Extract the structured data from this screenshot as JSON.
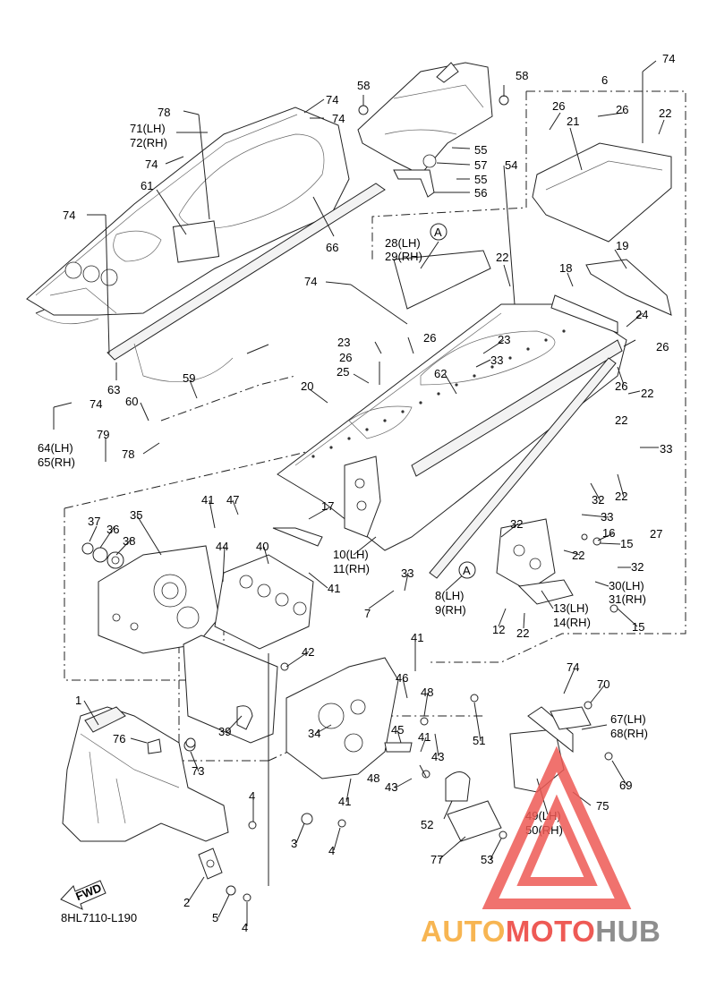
{
  "diagram": {
    "code": "8HL7110-L190",
    "fwd_label": "FWD",
    "callouts": [
      {
        "id": "c1",
        "text": "74"
      },
      {
        "id": "c2",
        "text": "58"
      },
      {
        "id": "c3",
        "text": "58"
      },
      {
        "id": "c4",
        "text": "6"
      },
      {
        "id": "c5",
        "text": "78"
      },
      {
        "id": "c6",
        "text": "74"
      },
      {
        "id": "c7",
        "text": "74"
      },
      {
        "id": "c8",
        "text": "71(LH)"
      },
      {
        "id": "c9",
        "text": "72(RH)"
      },
      {
        "id": "c10",
        "text": "74"
      },
      {
        "id": "c11",
        "text": "26"
      },
      {
        "id": "c12",
        "text": "21"
      },
      {
        "id": "c13",
        "text": "26"
      },
      {
        "id": "c14",
        "text": "22"
      },
      {
        "id": "c15",
        "text": "55"
      },
      {
        "id": "c16",
        "text": "57"
      },
      {
        "id": "c17",
        "text": "54"
      },
      {
        "id": "c18",
        "text": "55"
      },
      {
        "id": "c19",
        "text": "56"
      },
      {
        "id": "c20",
        "text": "61"
      },
      {
        "id": "c21",
        "text": "74"
      },
      {
        "id": "c22",
        "text": "66"
      },
      {
        "id": "c23",
        "text": "28(LH)"
      },
      {
        "id": "c24",
        "text": "29(RH)"
      },
      {
        "id": "c25",
        "text": "22"
      },
      {
        "id": "c26",
        "text": "19"
      },
      {
        "id": "c27",
        "text": "18"
      },
      {
        "id": "c28",
        "text": "74"
      },
      {
        "id": "c29",
        "text": "24"
      },
      {
        "id": "c30",
        "text": "23"
      },
      {
        "id": "c31",
        "text": "26"
      },
      {
        "id": "c32",
        "text": "23"
      },
      {
        "id": "c33",
        "text": "26"
      },
      {
        "id": "c34",
        "text": "33"
      },
      {
        "id": "c35",
        "text": "26"
      },
      {
        "id": "c36",
        "text": "25"
      },
      {
        "id": "c37",
        "text": "22"
      },
      {
        "id": "c38",
        "text": "62"
      },
      {
        "id": "c39",
        "text": "22"
      },
      {
        "id": "c40",
        "text": "63"
      },
      {
        "id": "c41",
        "text": "59"
      },
      {
        "id": "c42",
        "text": "20"
      },
      {
        "id": "c43",
        "text": "26"
      },
      {
        "id": "c44",
        "text": "74"
      },
      {
        "id": "c45",
        "text": "60"
      },
      {
        "id": "c46",
        "text": "22"
      },
      {
        "id": "c47",
        "text": "64(LH)"
      },
      {
        "id": "c48",
        "text": "65(RH)"
      },
      {
        "id": "c49",
        "text": "79"
      },
      {
        "id": "c50",
        "text": "78"
      },
      {
        "id": "c51",
        "text": "33"
      },
      {
        "id": "c52",
        "text": "22"
      },
      {
        "id": "c53",
        "text": "32"
      },
      {
        "id": "c54",
        "text": "27"
      },
      {
        "id": "c55",
        "text": "41"
      },
      {
        "id": "c56",
        "text": "47"
      },
      {
        "id": "c57",
        "text": "17"
      },
      {
        "id": "c58",
        "text": "33"
      },
      {
        "id": "c59",
        "text": "37"
      },
      {
        "id": "c60",
        "text": "35"
      },
      {
        "id": "c61",
        "text": "36"
      },
      {
        "id": "c62",
        "text": "38"
      },
      {
        "id": "c63",
        "text": "16"
      },
      {
        "id": "c64",
        "text": "15"
      },
      {
        "id": "c65",
        "text": "44"
      },
      {
        "id": "c66",
        "text": "40"
      },
      {
        "id": "c67",
        "text": "10(LH)"
      },
      {
        "id": "c68",
        "text": "11(RH)"
      },
      {
        "id": "c69",
        "text": "32"
      },
      {
        "id": "c70",
        "text": "22"
      },
      {
        "id": "c71",
        "text": "32"
      },
      {
        "id": "c72",
        "text": "41"
      },
      {
        "id": "c73",
        "text": "33"
      },
      {
        "id": "c74",
        "text": "30(LH)"
      },
      {
        "id": "c75",
        "text": "31(RH)"
      },
      {
        "id": "c76",
        "text": "8(LH)"
      },
      {
        "id": "c77",
        "text": "9(RH)"
      },
      {
        "id": "c78",
        "text": "13(LH)"
      },
      {
        "id": "c79",
        "text": "14(RH)"
      },
      {
        "id": "c80",
        "text": "7"
      },
      {
        "id": "c81",
        "text": "12"
      },
      {
        "id": "c82",
        "text": "22"
      },
      {
        "id": "c83",
        "text": "15"
      },
      {
        "id": "c84",
        "text": "42"
      },
      {
        "id": "c85",
        "text": "41"
      },
      {
        "id": "c86",
        "text": "46"
      },
      {
        "id": "c87",
        "text": "48"
      },
      {
        "id": "c88",
        "text": "74"
      },
      {
        "id": "c89",
        "text": "70"
      },
      {
        "id": "c90",
        "text": "1"
      },
      {
        "id": "c91",
        "text": "76"
      },
      {
        "id": "c92",
        "text": "39"
      },
      {
        "id": "c93",
        "text": "34"
      },
      {
        "id": "c94",
        "text": "45"
      },
      {
        "id": "c95",
        "text": "41"
      },
      {
        "id": "c96",
        "text": "43"
      },
      {
        "id": "c97",
        "text": "51"
      },
      {
        "id": "c98",
        "text": "67(LH)"
      },
      {
        "id": "c99",
        "text": "68(RH)"
      },
      {
        "id": "c100",
        "text": "73"
      },
      {
        "id": "c101",
        "text": "48"
      },
      {
        "id": "c102",
        "text": "43"
      },
      {
        "id": "c103",
        "text": "69"
      },
      {
        "id": "c104",
        "text": "41"
      },
      {
        "id": "c105",
        "text": "75"
      },
      {
        "id": "c106",
        "text": "4"
      },
      {
        "id": "c107",
        "text": "49(LH)"
      },
      {
        "id": "c108",
        "text": "50(RH)"
      },
      {
        "id": "c109",
        "text": "52"
      },
      {
        "id": "c110",
        "text": "3"
      },
      {
        "id": "c111",
        "text": "4"
      },
      {
        "id": "c112",
        "text": "77"
      },
      {
        "id": "c113",
        "text": "53"
      },
      {
        "id": "c114",
        "text": "2"
      },
      {
        "id": "c115",
        "text": "5"
      },
      {
        "id": "c116",
        "text": "4"
      }
    ],
    "markers": [
      {
        "id": "mA1",
        "text": "A"
      },
      {
        "id": "mA2",
        "text": "A"
      }
    ]
  },
  "watermark": {
    "part1": "AUTO",
    "part2": "MOTO",
    "part3": "HUB",
    "color_orange": "#f7b552",
    "color_red": "#ee5a55",
    "color_gray": "#8e8e8e"
  }
}
